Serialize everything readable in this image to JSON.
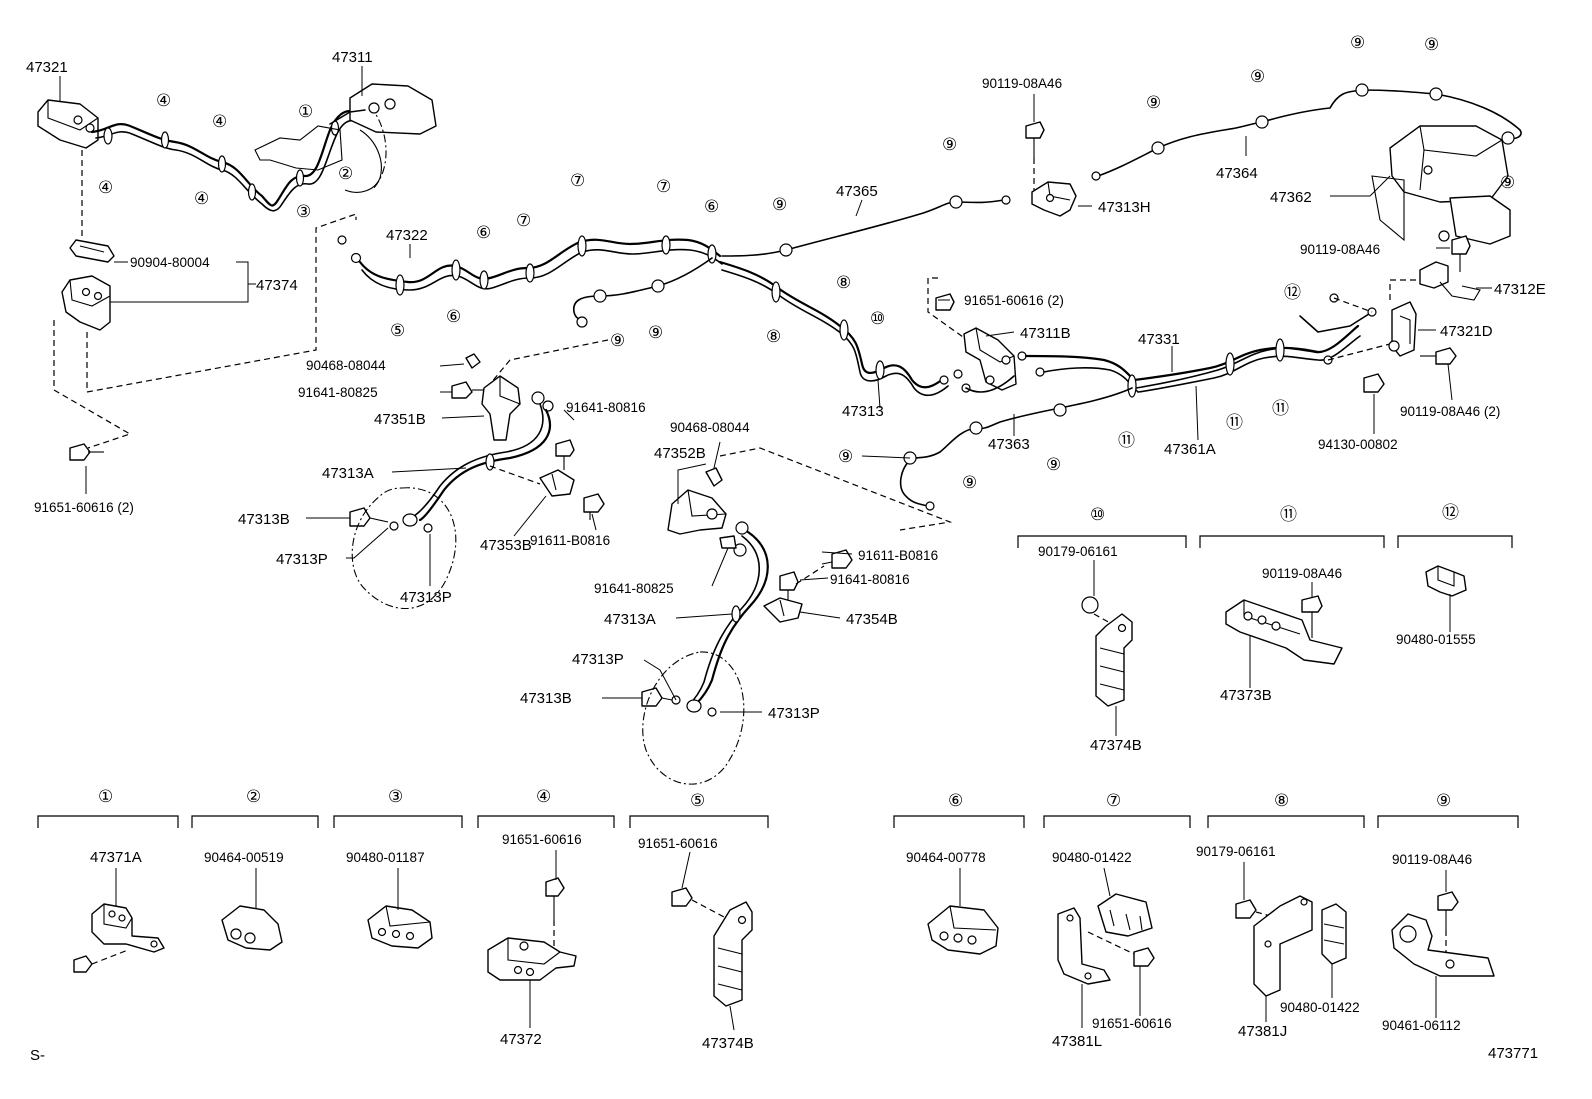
{
  "diagram": {
    "labels": {
      "p47321": "47321",
      "p47311": "47311",
      "p90904_80004": "90904-80004",
      "p47374": "47374",
      "p91651_60616_2_left": "91651-60616 (2)",
      "p47322": "47322",
      "p90468_08044_a": "90468-08044",
      "p91641_80825_a": "91641-80825",
      "p47351B": "47351B",
      "p91641_80816_a": "91641-80816",
      "p47313A_a": "47313A",
      "p47313B_a": "47313B",
      "p47313P_a1": "47313P",
      "p47313P_a2": "47313P",
      "p47353B": "47353B",
      "p91611_B0816_a": "91611-B0816",
      "p90468_08044_b": "90468-08044",
      "p47352B": "47352B",
      "p91641_80825_b": "91641-80825",
      "p91611_B0816_b": "91611-B0816",
      "p91641_80816_b": "91641-80816",
      "p47313A_b": "47313A",
      "p47354B": "47354B",
      "p47313P_b1": "47313P",
      "p47313B_b": "47313B",
      "p47313P_b2": "47313P",
      "p47365": "47365",
      "p90119_08A46_top": "90119-08A46",
      "p47313H": "47313H",
      "p47364": "47364",
      "p47362": "47362",
      "p90119_08A46_right": "90119-08A46",
      "p47312E": "47312E",
      "p91651_60616_2_mid": "91651-60616 (2)",
      "p47311B": "47311B",
      "p47331": "47331",
      "p47321D": "47321D",
      "p47313": "47313",
      "p90119_08A46_2": "90119-08A46 (2)",
      "p47363": "47363",
      "p47361A": "47361A",
      "p94130_00802": "94130-00802"
    },
    "refs": {
      "r1": "①",
      "r2": "②",
      "r3": "③",
      "r4": "④",
      "r5": "⑤",
      "r6": "⑥",
      "r7": "⑦",
      "r8": "⑧",
      "r9": "⑨",
      "r10": "⑩",
      "r11": "⑪",
      "r12": "⑫"
    },
    "detail_boxes": [
      {
        "ref": "①",
        "parts": [
          "47371A"
        ]
      },
      {
        "ref": "②",
        "parts": [
          "90464-00519"
        ]
      },
      {
        "ref": "③",
        "parts": [
          "90480-01187"
        ]
      },
      {
        "ref": "④",
        "parts": [
          "91651-60616",
          "47372"
        ]
      },
      {
        "ref": "⑤",
        "parts": [
          "91651-60616",
          "47374B"
        ]
      },
      {
        "ref": "⑥",
        "parts": [
          "90464-00778"
        ]
      },
      {
        "ref": "⑦",
        "parts": [
          "90480-01422",
          "91651-60616",
          "47381L"
        ]
      },
      {
        "ref": "⑧",
        "parts": [
          "90179-06161",
          "90480-01422",
          "47381J"
        ]
      },
      {
        "ref": "⑨",
        "parts": [
          "90119-08A46",
          "90461-06112"
        ]
      },
      {
        "ref": "⑩",
        "parts": [
          "90179-06161",
          "47374B"
        ]
      },
      {
        "ref": "⑪",
        "parts": [
          "90119-08A46",
          "47373B"
        ]
      },
      {
        "ref": "⑫",
        "parts": [
          "90480-01555"
        ]
      }
    ],
    "corner_left": "S-",
    "corner_right": "473771"
  }
}
